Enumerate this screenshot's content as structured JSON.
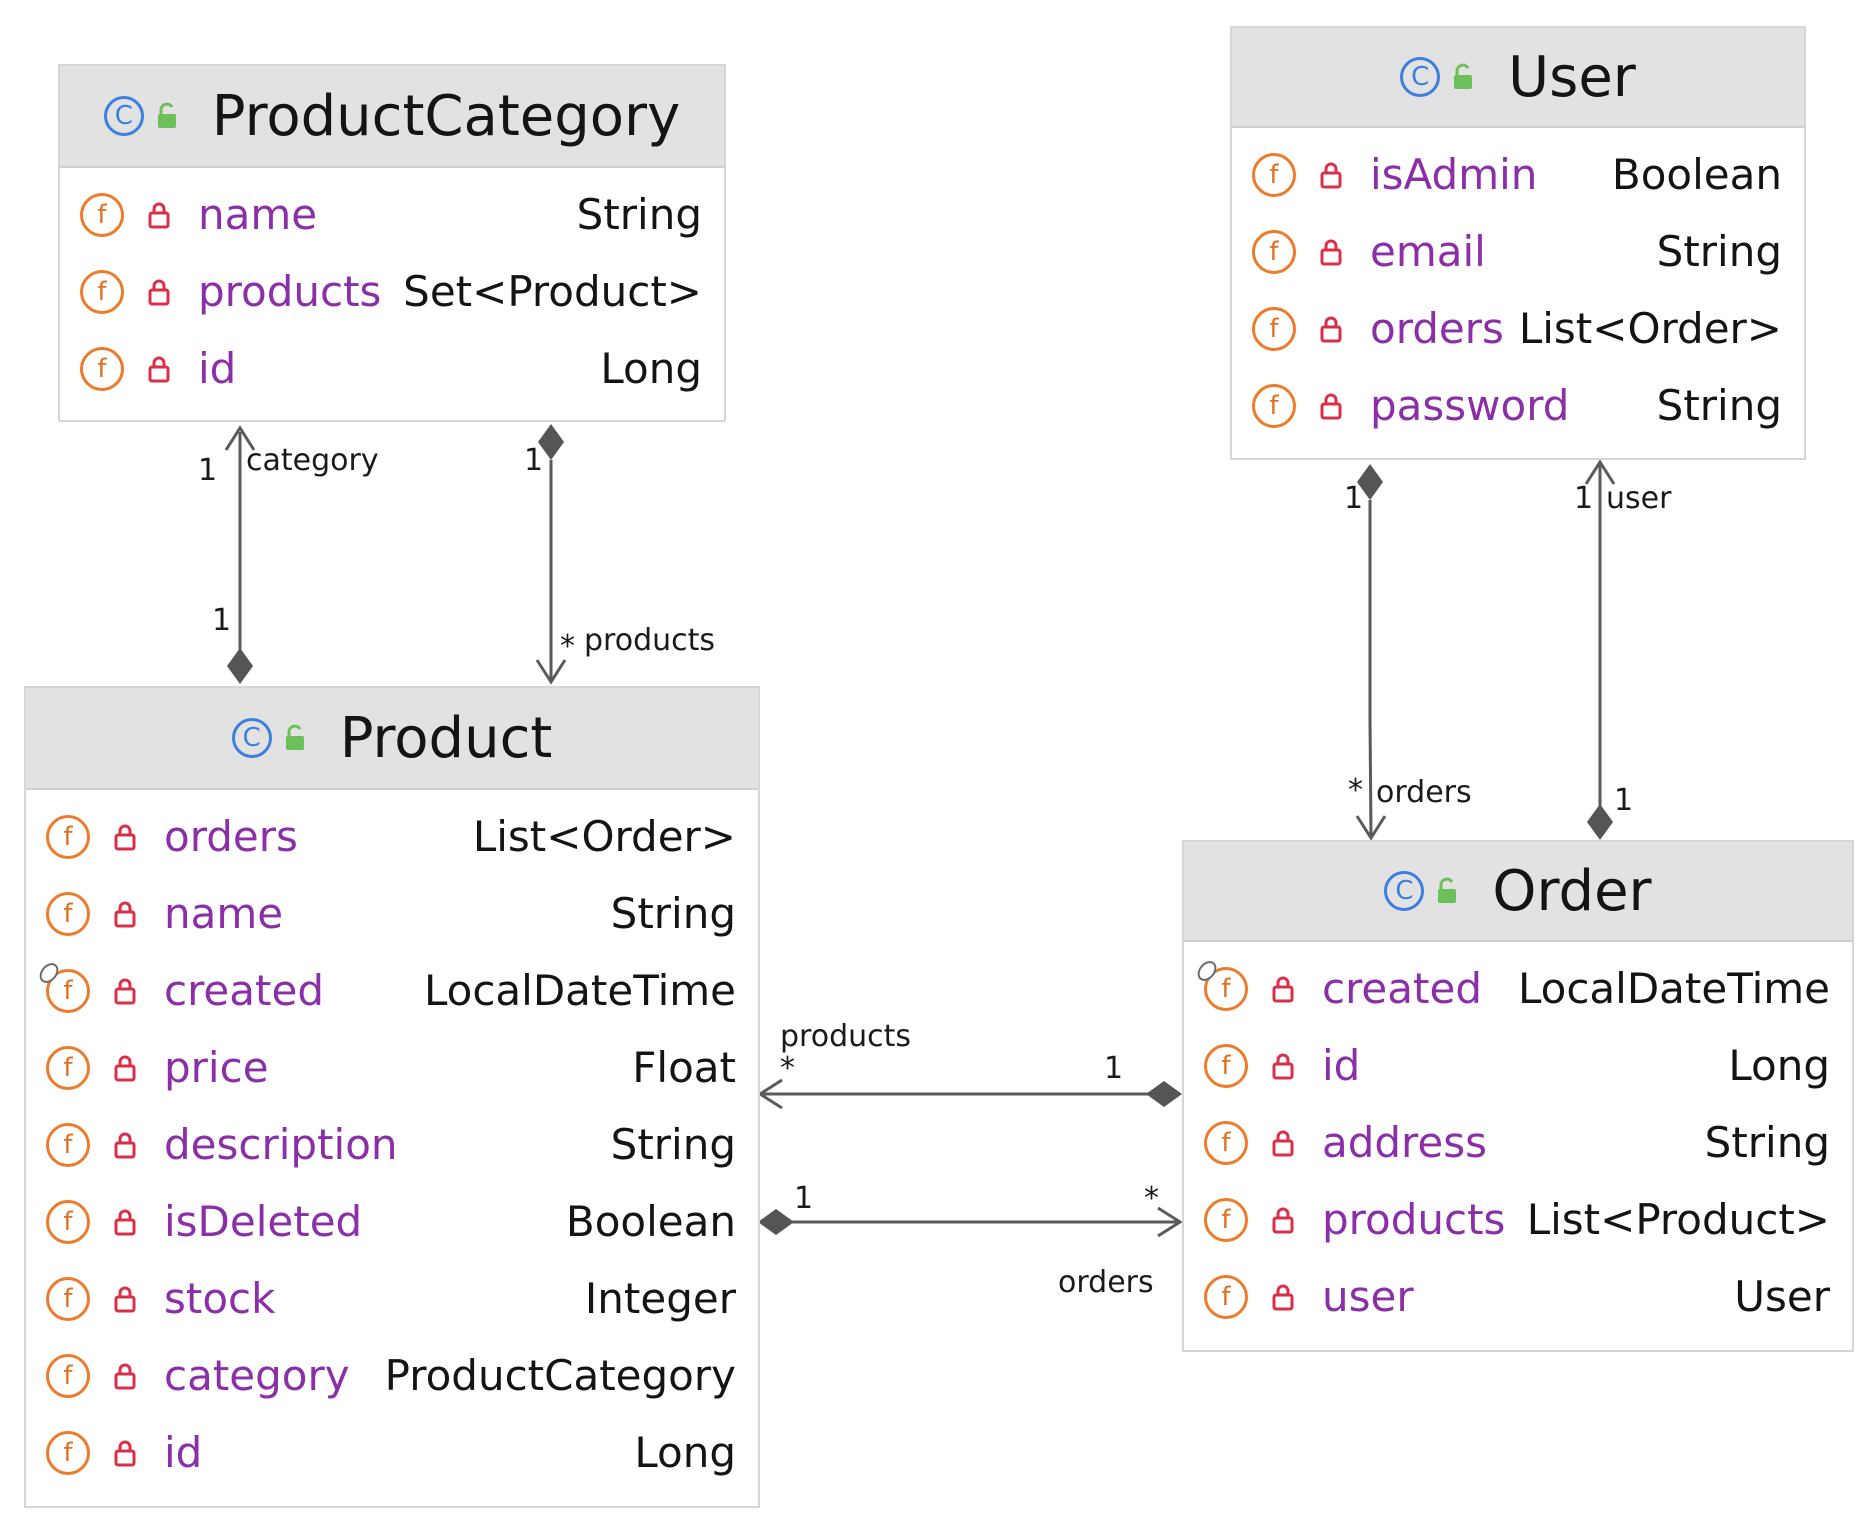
{
  "classes": {
    "product_category": {
      "name": "ProductCategory",
      "fields": [
        {
          "name": "name",
          "type": "String"
        },
        {
          "name": "products",
          "type": "Set<Product>"
        },
        {
          "name": "id",
          "type": "Long"
        }
      ]
    },
    "user": {
      "name": "User",
      "fields": [
        {
          "name": "isAdmin",
          "type": "Boolean"
        },
        {
          "name": "email",
          "type": "String"
        },
        {
          "name": "orders",
          "type": "List<Order>"
        },
        {
          "name": "password",
          "type": "String"
        }
      ]
    },
    "product": {
      "name": "Product",
      "fields": [
        {
          "name": "orders",
          "type": "List<Order>"
        },
        {
          "name": "name",
          "type": "String"
        },
        {
          "name": "created",
          "type": "LocalDateTime"
        },
        {
          "name": "price",
          "type": "Float"
        },
        {
          "name": "description",
          "type": "String"
        },
        {
          "name": "isDeleted",
          "type": "Boolean"
        },
        {
          "name": "stock",
          "type": "Integer"
        },
        {
          "name": "category",
          "type": "ProductCategory"
        },
        {
          "name": "id",
          "type": "Long"
        }
      ]
    },
    "order": {
      "name": "Order",
      "fields": [
        {
          "name": "created",
          "type": "LocalDateTime"
        },
        {
          "name": "id",
          "type": "Long"
        },
        {
          "name": "address",
          "type": "String"
        },
        {
          "name": "products",
          "type": "List<Product>"
        },
        {
          "name": "user",
          "type": "User"
        }
      ]
    }
  },
  "icons": {
    "class_icon_letter": "C",
    "field_icon_letter": "f",
    "class_icon_color": "#3d7fe0",
    "field_icon_color": "#ec7b2c",
    "field_name_color": "#8a2fa8",
    "private_lock_color": "#d9304a",
    "public_lock_color": "#6cbf5a"
  },
  "relations": {
    "category": {
      "label": "category",
      "mult_source": "1",
      "mult_target": "1"
    },
    "cat_products": {
      "label": "products",
      "mult_source": "1",
      "mult_target": "*"
    },
    "user_orders": {
      "label": "orders",
      "mult_source": "1",
      "mult_target": "*"
    },
    "order_user": {
      "label": "user",
      "mult_source": "1",
      "mult_target": "1"
    },
    "order_products": {
      "label": "products",
      "mult_source": "1",
      "mult_target": "*"
    },
    "product_orders": {
      "label": "orders",
      "mult_source": "1",
      "mult_target": "*"
    }
  }
}
